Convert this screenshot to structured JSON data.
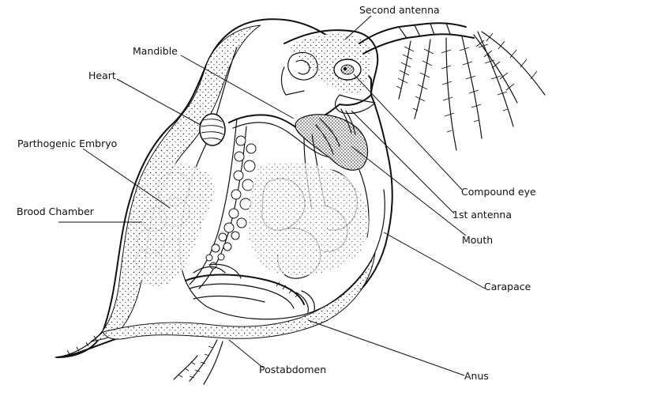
{
  "labels": {
    "second_antenna": "Second antenna",
    "mandible": "Mandible",
    "heart": "Heart",
    "parthogenic_embryo": "Parthogenic Embryo",
    "brood_chamber": "Brood Chamber",
    "compound_eye": "Compound eye",
    "first_antenna": "1st antenna",
    "mouth": "Mouth",
    "carapace": "Carapace",
    "postabdomen": "Postabdomen",
    "anus": "Anus"
  }
}
